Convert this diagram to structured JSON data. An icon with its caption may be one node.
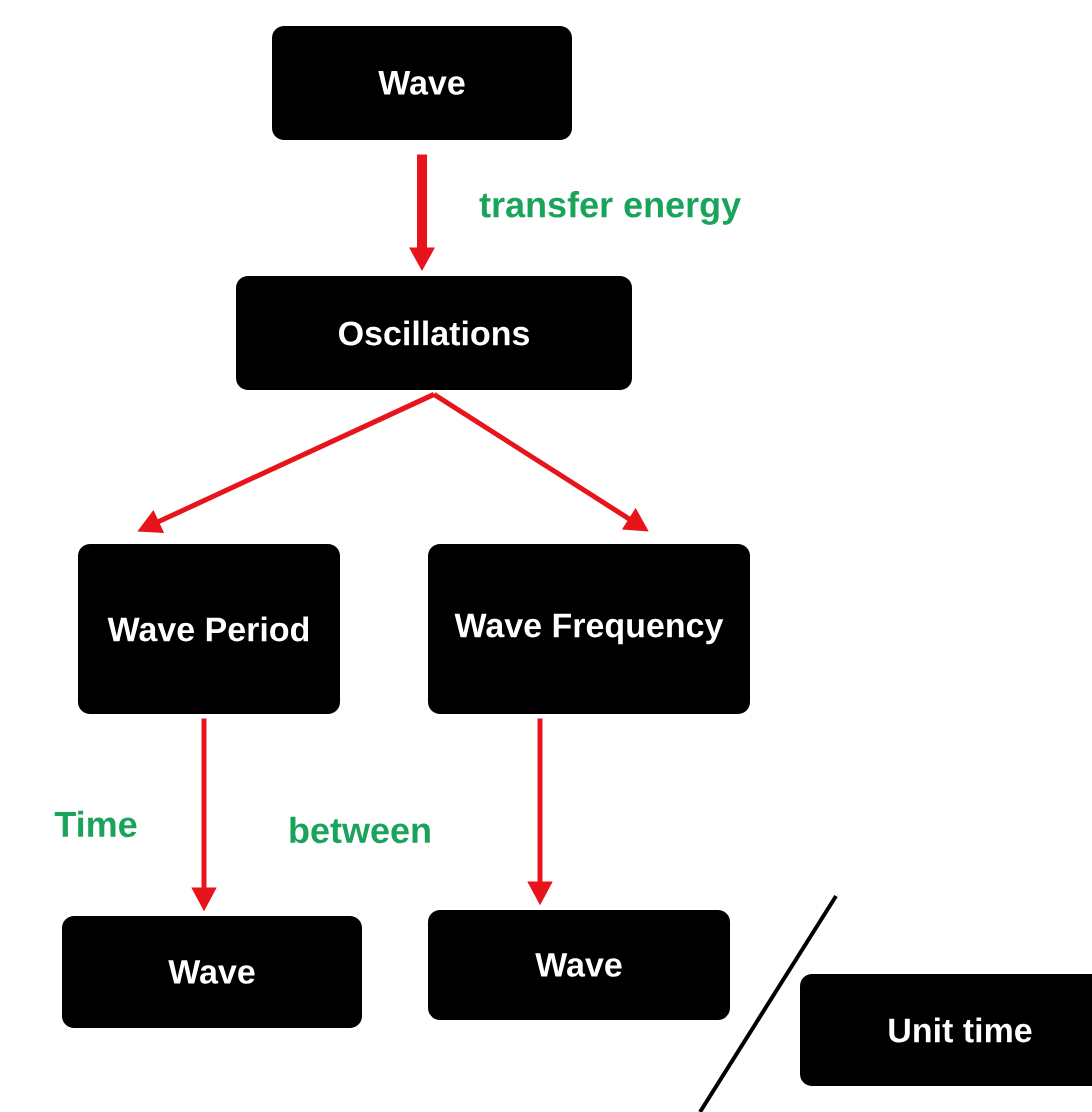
{
  "diagram": {
    "nodes": [
      {
        "text": [
          "Wave"
        ]
      },
      {
        "text": [
          "Oscillations"
        ]
      },
      {
        "text": [
          "Wave Period"
        ]
      },
      {
        "text": [
          "Wave Frequency"
        ]
      },
      {
        "text": [
          "Wave"
        ]
      },
      {
        "text": [
          "Wave"
        ]
      },
      {
        "text": [
          "Unit time"
        ]
      }
    ],
    "edges": [
      {
        "from": 0,
        "to": 1,
        "arrow": "to",
        "style": "thick",
        "label": "transfer energy"
      },
      {
        "from": 1,
        "to": 2,
        "arrow": "to"
      },
      {
        "from": 1,
        "to": 3,
        "arrow": "to"
      },
      {
        "from": 2,
        "to": 4,
        "arrow": "to"
      },
      {
        "from": 3,
        "to": 5,
        "arrow": "to"
      }
    ],
    "labels": [
      "Time",
      "between"
    ]
  }
}
